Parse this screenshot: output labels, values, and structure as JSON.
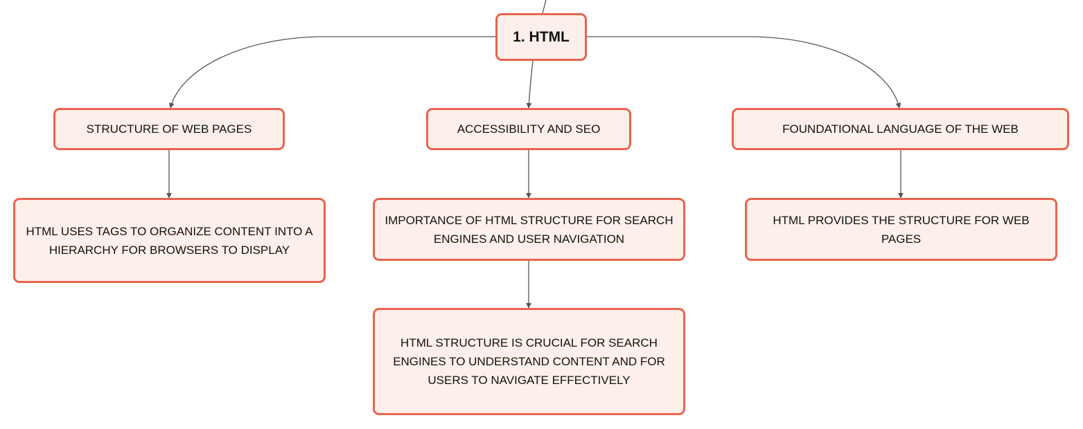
{
  "diagram": {
    "root": {
      "label": "1. HTML"
    },
    "branches": [
      {
        "label": "STRUCTURE OF WEB PAGES",
        "children": [
          "HTML USES TAGS TO ORGANIZE CONTENT INTO A HIERARCHY FOR BROWSERS TO DISPLAY"
        ]
      },
      {
        "label": "ACCESSIBILITY AND SEO",
        "children": [
          "IMPORTANCE OF HTML STRUCTURE FOR SEARCH ENGINES AND USER NAVIGATION",
          "HTML STRUCTURE IS CRUCIAL FOR SEARCH ENGINES TO UNDERSTAND CONTENT AND FOR USERS TO NAVIGATE EFFECTIVELY"
        ]
      },
      {
        "label": "FOUNDATIONAL LANGUAGE OF THE WEB",
        "children": [
          "HTML PROVIDES THE STRUCTURE FOR WEB PAGES"
        ]
      }
    ]
  },
  "colors": {
    "node_border": "#e8644f",
    "node_fill": "#fdefe9",
    "connector": "#555555",
    "text": "#111111"
  }
}
